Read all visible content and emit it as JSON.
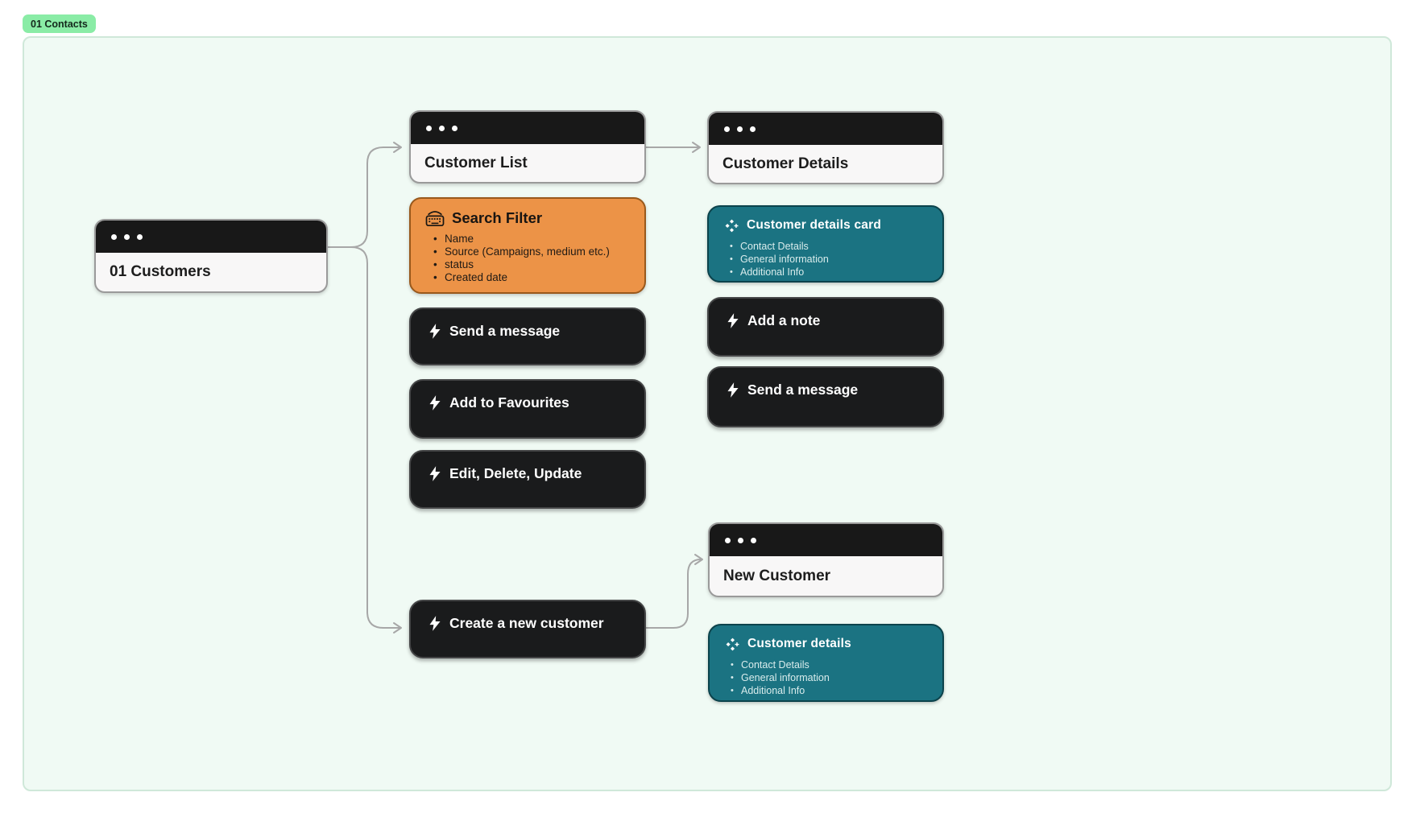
{
  "canvas_label": "01 Contacts",
  "colors": {
    "page_bg": "#ffffff",
    "canvas_bg": "#f0faf4",
    "canvas_border": "#cfe8d9",
    "badge_green": "#8aeca6",
    "card_dark": "#1a1b1c",
    "card_body": "#f8f7f7",
    "orange_fill": "#ec9347",
    "orange_border": "#99591c",
    "teal_fill": "#1b7382",
    "teal_border": "#0c434c",
    "connector_gray": "#a7a7a7"
  },
  "browser_cards": {
    "customers": {
      "title": "01 Customers"
    },
    "customer_list": {
      "title": "Customer List"
    },
    "customer_details": {
      "title": "Customer Details"
    },
    "new_customer": {
      "title": "New Customer"
    }
  },
  "search_filter": {
    "icon": "keyboard-icon",
    "title": "Search Filter",
    "items": [
      "Name",
      "Source (Campaigns, medium etc.)",
      "status",
      "Created date"
    ]
  },
  "action_buttons": {
    "send_message_1": {
      "icon": "bolt-icon",
      "label": "Send a message"
    },
    "add_to_favourites": {
      "icon": "bolt-icon",
      "label": "Add to Favourites"
    },
    "edit_delete_update": {
      "icon": "bolt-icon",
      "label": "Edit, Delete, Update"
    },
    "create_new_customer": {
      "icon": "bolt-icon",
      "label": "Create a new customer"
    },
    "add_a_note": {
      "icon": "bolt-icon",
      "label": "Add a note"
    },
    "send_message_2": {
      "icon": "bolt-icon",
      "label": "Send a message"
    }
  },
  "detail_cards": {
    "customer_details_card": {
      "icon": "component-plus-icon",
      "title": "Customer details card",
      "items": [
        "Contact Details",
        "General information",
        "Additional Info"
      ]
    },
    "customer_details": {
      "icon": "component-plus-icon",
      "title": "Customer details",
      "items": [
        "Contact Details",
        "General information",
        "Additional Info"
      ]
    }
  },
  "connectors": [
    {
      "from": "01 Customers",
      "to": "Customer List"
    },
    {
      "from": "01 Customers",
      "to": "Create a new customer"
    },
    {
      "from": "Customer List",
      "to": "Customer Details"
    },
    {
      "from": "Create a new customer",
      "to": "New Customer"
    }
  ]
}
